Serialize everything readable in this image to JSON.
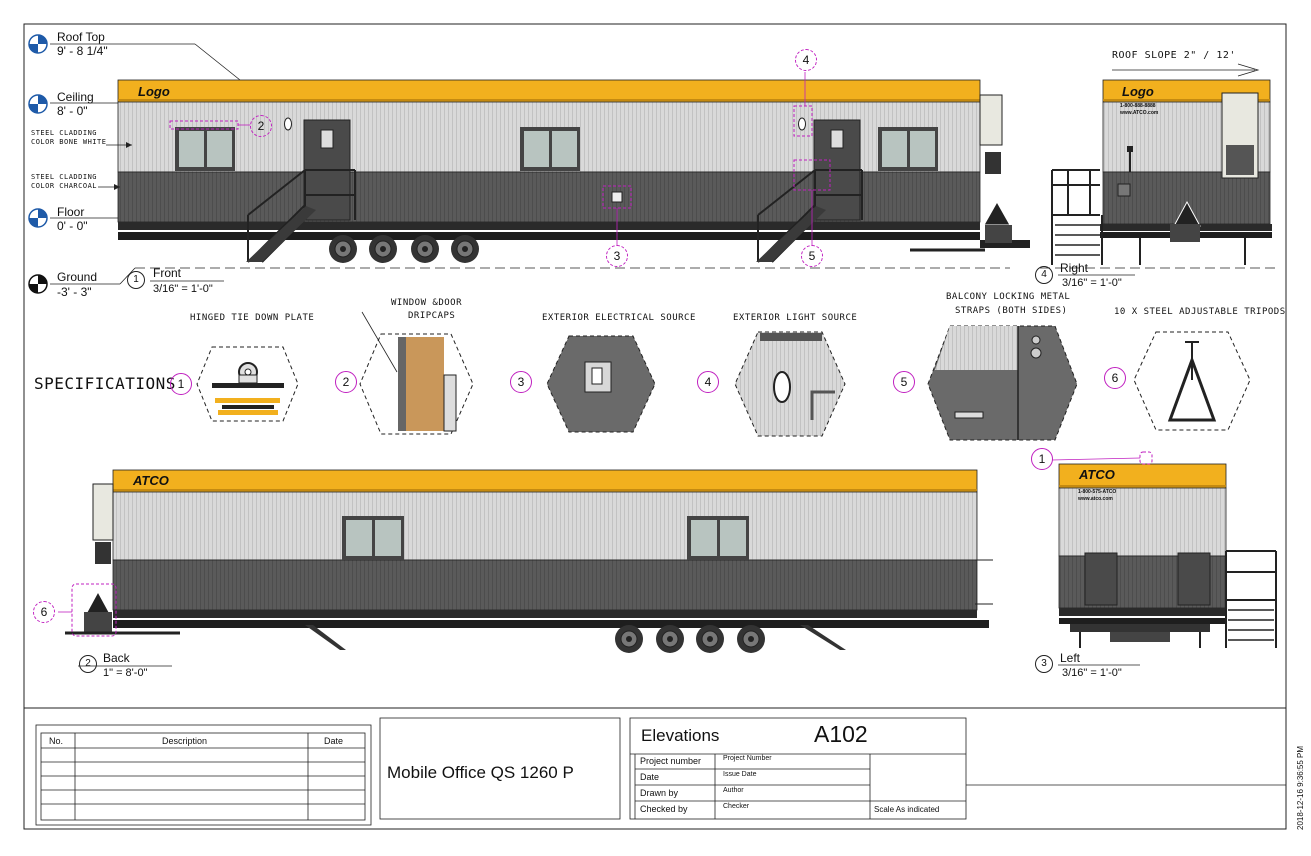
{
  "levels": [
    {
      "name": "Roof Top",
      "value": "9' - 8 1/4\""
    },
    {
      "name": "Ceiling",
      "value": "8' - 0\""
    },
    {
      "name": "Floor",
      "value": "0' - 0\""
    },
    {
      "name": "Ground",
      "value": "-3' - 3\""
    }
  ],
  "notes": {
    "cladding_bone": [
      "STEEL CLADDING",
      "COLOR BONE WHITE"
    ],
    "cladding_charcoal": [
      "STEEL CLADDING",
      "COLOR CHARCOAL"
    ],
    "roof_slope": "ROOF SLOPE 2\" / 12'"
  },
  "logos": {
    "front": "Logo",
    "right": "Logo",
    "back": "ATCO",
    "left": "ATCO",
    "phone_right": "1-800-888-8888",
    "web_right": "www.ATCO.com",
    "phone_left": "1-800-575-ATCO",
    "web_left": "www.atco.com"
  },
  "views": {
    "front": {
      "num": "1",
      "name": "Front",
      "scale": "3/16\" = 1'-0\""
    },
    "right": {
      "num": "4",
      "name": "Right",
      "scale": "3/16\" = 1'-0\""
    },
    "back": {
      "num": "2",
      "name": "Back",
      "scale": "1\" = 8'-0\""
    },
    "left": {
      "num": "3",
      "name": "Left",
      "scale": "3/16\" = 1'-0\""
    }
  },
  "callouts": {
    "c1": "1",
    "c2": "2",
    "c3": "3",
    "c4": "4",
    "c5": "5",
    "c6": "6"
  },
  "specifications": {
    "title": "SPECIFICATIONS",
    "items": [
      {
        "num": "1",
        "label": [
          "HINGED TIE DOWN PLATE"
        ]
      },
      {
        "num": "2",
        "label": [
          "WINDOW &DOOR",
          "DRIPCAPS"
        ]
      },
      {
        "num": "3",
        "label": [
          "EXTERIOR ELECTRICAL  SOURCE"
        ]
      },
      {
        "num": "4",
        "label": [
          "EXTERIOR LIGHT SOURCE"
        ]
      },
      {
        "num": "5",
        "label": [
          "BALCONY LOCKING METAL",
          "STRAPS  (BOTH SIDES)"
        ]
      },
      {
        "num": "6",
        "label": [
          "10 X STEEL ADJUSTABLE TRIPODS"
        ]
      }
    ]
  },
  "revisions": {
    "headers": [
      "No.",
      "Description",
      "Date"
    ]
  },
  "title_block": {
    "project_name": "Mobile Office QS 1260 P",
    "sheet_name": "Elevations",
    "sheet_number": "A102",
    "rows": [
      {
        "label": "Project number",
        "value": "Project Number"
      },
      {
        "label": "Date",
        "value": "Issue Date"
      },
      {
        "label": "Drawn by",
        "value": "Author"
      },
      {
        "label": "Checked by",
        "value": "Checker"
      }
    ],
    "scale": "Scale As indicated",
    "timestamp": "2018-12-16 9:36:55 PM"
  },
  "colors": {
    "roof": "#F2B01E",
    "upper": "#DCDCDC",
    "lower": "#5E5E5E",
    "callout": "#C020C0",
    "marker": "#1E5AA8"
  }
}
